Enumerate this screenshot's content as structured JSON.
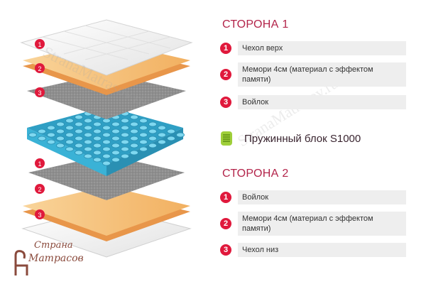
{
  "side1": {
    "heading": "СТОРОНА 1",
    "items": [
      {
        "num": "1",
        "label": "Чехол верх"
      },
      {
        "num": "2",
        "label": "Мемори 4см (материал с эффектом памяти)"
      },
      {
        "num": "3",
        "label": "Войлок"
      }
    ]
  },
  "spring": {
    "label": "Пружинный блок S1000",
    "icon": "spring-icon"
  },
  "side2": {
    "heading": "СТОРОНА 2",
    "items": [
      {
        "num": "1",
        "label": "Войлок"
      },
      {
        "num": "2",
        "label": "Мемори 4см (материал с эффектом памяти)"
      },
      {
        "num": "3",
        "label": "Чехол низ"
      }
    ]
  },
  "layer_markers": [
    "1",
    "2",
    "3",
    "1",
    "2",
    "3"
  ],
  "watermark": "StranaMatrasov.ru",
  "logo": {
    "line1": "Страна",
    "line2": "Матрасов"
  },
  "colors": {
    "accent": "#e0193c",
    "heading": "#b3244a",
    "memory": "#f6c27c",
    "felt": "#8f8f8f",
    "cover": "#f3f3f3",
    "spring": "#54c8e8"
  }
}
